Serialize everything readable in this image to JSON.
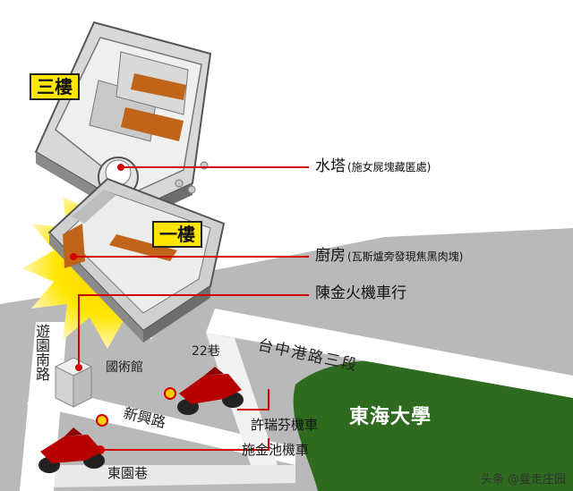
{
  "floor_tags": {
    "third": "三樓",
    "first": "一樓"
  },
  "labels": {
    "water_tower": "水塔",
    "water_tower_note": "(施女屍塊藏匿處)",
    "kitchen": "廚房",
    "kitchen_note": "(瓦斯爐旁發現焦黑肉塊)",
    "shop": "陳金火機車行"
  },
  "roads": {
    "main": "台中港路三段",
    "left_vertical": "遊園南路",
    "lane": "22巷",
    "xinxing": "新興路",
    "dongyuan": "東園巷",
    "guoshu": "國術館"
  },
  "vehicles": {
    "a": "許瑞芬機車",
    "b": "施金池機車"
  },
  "campus": "東海大學",
  "watermark": "头条 @曼走庄园",
  "colors": {
    "accent_red": "#d40000",
    "campus_green": "#2e6b1f",
    "floor_tag": "#ffe600"
  }
}
